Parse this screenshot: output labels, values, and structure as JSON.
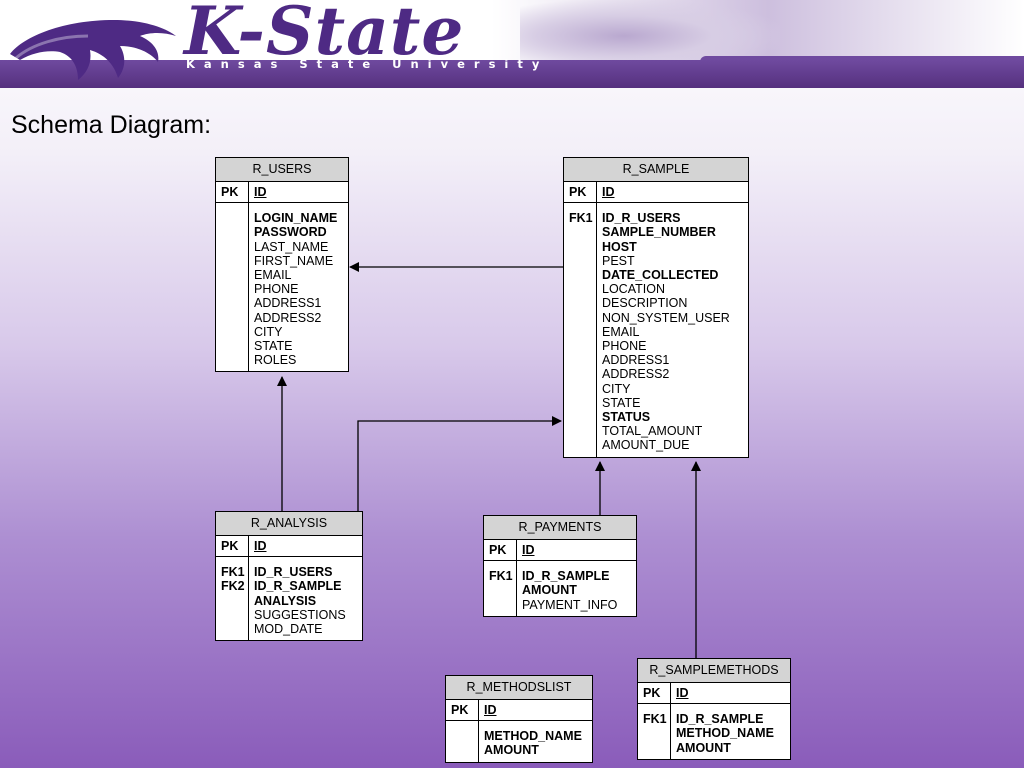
{
  "banner": {
    "logo_text": "K-State",
    "logo_subtitle": "Kansas State University"
  },
  "slide_title": "Schema Diagram:",
  "colors": {
    "brand_purple": "#4e2a84",
    "bar_purple": "#5f3b8c",
    "table_header": "#d4d4d4"
  },
  "tables": [
    {
      "id": "r_users",
      "name": "R_USERS",
      "pk": "ID",
      "attr_keys": [],
      "fields": [
        {
          "t": "LOGIN_NAME",
          "b": true
        },
        {
          "t": "PASSWORD",
          "b": true
        },
        {
          "t": "LAST_NAME"
        },
        {
          "t": "FIRST_NAME"
        },
        {
          "t": "EMAIL"
        },
        {
          "t": "PHONE"
        },
        {
          "t": "ADDRESS1"
        },
        {
          "t": "ADDRESS2"
        },
        {
          "t": "CITY"
        },
        {
          "t": "STATE"
        },
        {
          "t": "ROLES"
        }
      ]
    },
    {
      "id": "r_sample",
      "name": "R_SAMPLE",
      "pk": "ID",
      "attr_keys": [
        "FK1"
      ],
      "fields": [
        {
          "t": "ID_R_USERS",
          "b": true
        },
        {
          "t": "SAMPLE_NUMBER",
          "b": true
        },
        {
          "t": "HOST",
          "b": true
        },
        {
          "t": "PEST"
        },
        {
          "t": "DATE_COLLECTED",
          "b": true
        },
        {
          "t": "LOCATION"
        },
        {
          "t": "DESCRIPTION"
        },
        {
          "t": "NON_SYSTEM_USER"
        },
        {
          "t": "EMAIL"
        },
        {
          "t": "PHONE"
        },
        {
          "t": "ADDRESS1"
        },
        {
          "t": "ADDRESS2"
        },
        {
          "t": "CITY"
        },
        {
          "t": "STATE"
        },
        {
          "t": "STATUS",
          "b": true
        },
        {
          "t": "TOTAL_AMOUNT"
        },
        {
          "t": "AMOUNT_DUE"
        }
      ]
    },
    {
      "id": "r_analysis",
      "name": "R_ANALYSIS",
      "pk": "ID",
      "attr_keys": [
        "FK1",
        "FK2"
      ],
      "fields": [
        {
          "t": "ID_R_USERS",
          "b": true
        },
        {
          "t": "ID_R_SAMPLE",
          "b": true
        },
        {
          "t": "ANALYSIS",
          "b": true
        },
        {
          "t": "SUGGESTIONS"
        },
        {
          "t": "MOD_DATE"
        }
      ]
    },
    {
      "id": "r_payments",
      "name": "R_PAYMENTS",
      "pk": "ID",
      "attr_keys": [
        "FK1"
      ],
      "fields": [
        {
          "t": "ID_R_SAMPLE",
          "b": true
        },
        {
          "t": "AMOUNT",
          "b": true
        },
        {
          "t": "PAYMENT_INFO"
        }
      ]
    },
    {
      "id": "r_methodslist",
      "name": "R_METHODSLIST",
      "pk": "ID",
      "attr_keys": [],
      "fields": [
        {
          "t": "METHOD_NAME",
          "b": true
        },
        {
          "t": "AMOUNT",
          "b": true
        }
      ]
    },
    {
      "id": "r_samplemethods",
      "name": "R_SAMPLEMETHODS",
      "pk": "ID",
      "attr_keys": [
        "FK1"
      ],
      "fields": [
        {
          "t": "ID_R_SAMPLE",
          "b": true
        },
        {
          "t": "METHOD_NAME",
          "b": true
        },
        {
          "t": "AMOUNT",
          "b": true
        }
      ]
    }
  ],
  "pk_label": "PK",
  "relationships": [
    {
      "from": "r_sample",
      "to": "r_users"
    },
    {
      "from": "r_analysis",
      "to": "r_users"
    },
    {
      "from": "r_analysis",
      "to": "r_sample"
    },
    {
      "from": "r_payments",
      "to": "r_sample"
    },
    {
      "from": "r_samplemethods",
      "to": "r_sample"
    }
  ]
}
